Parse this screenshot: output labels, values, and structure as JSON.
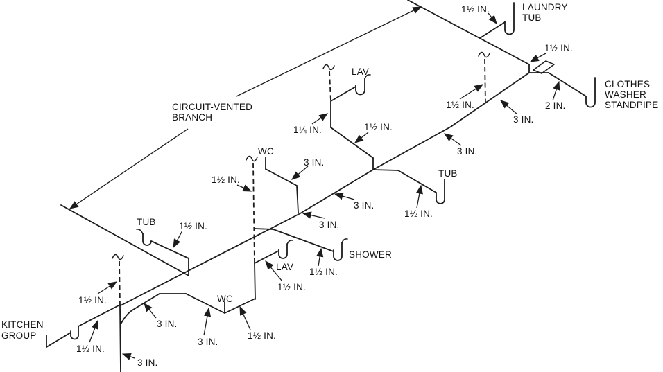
{
  "diagram": {
    "caption": "CIRCUIT-VENTED BRANCH",
    "caption_lines": [
      "CIRCUIT-VENTED",
      "BRANCH"
    ],
    "fixtures": {
      "laundry_tub": [
        "LAUNDRY",
        "TUB"
      ],
      "clothes_washer": [
        "CLOTHES",
        "WASHER",
        "STANDPIPE"
      ],
      "lav_upper": "LAV",
      "wc_upper": "WC",
      "tub_right": "TUB",
      "tub_left": "TUB",
      "shower": "SHOWER",
      "lav_lower": "LAV",
      "wc_lower": "WC",
      "kitchen_group": [
        "KITCHEN",
        "GROUP"
      ]
    },
    "dims": {
      "laundry_branch": "1½ IN.",
      "upper_transition": "1½ IN.",
      "standpipe_line": "2 IN.",
      "branch_top": "3 IN.",
      "vent_upper": "1½ IN.",
      "branch_upper_mid": "3 IN.",
      "lav_upper_vert": "1¼ IN.",
      "lav_upper_diag": "1½ IN.",
      "wc_upper_drain": "3 IN.",
      "vent_mid": "1½ IN.",
      "branch_seg_right": "3 IN.",
      "branch_seg_left": "3 IN.",
      "tub_right_branch": "1½ IN.",
      "tub_left_branch": "1½ IN.",
      "shower_branch": "1½ IN.",
      "lav_lower_branch": "1½ IN.",
      "wc_lower_drain": "3 IN.",
      "wc_to_lav_seg": "1½ IN.",
      "vent_kitchen": "1½ IN.",
      "kitchen_branch": "1½ IN.",
      "stack_drop": "3 IN.",
      "stack_branch": "3 IN."
    }
  }
}
